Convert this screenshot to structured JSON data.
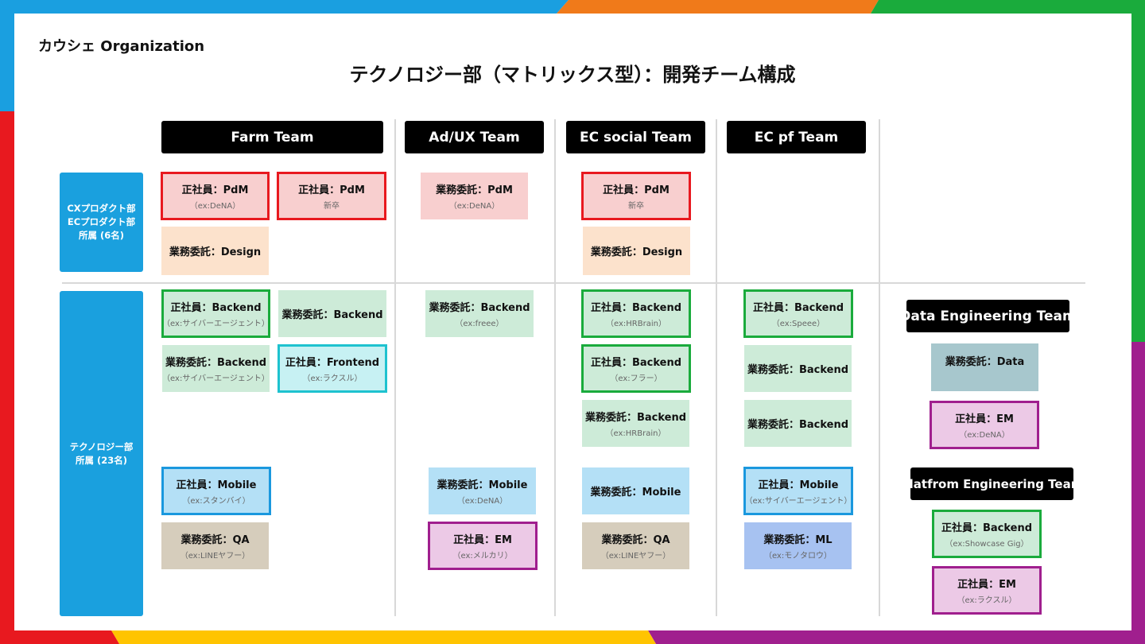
{
  "header": {
    "org_name": "カウシェ Organization",
    "title": "テクノロジー部（マトリックス型）：開発チーム構成"
  },
  "teams": [
    "Farm Team",
    "Ad/UX Team",
    "EC social Team",
    "EC pf Team"
  ],
  "departments": {
    "cx_lines": [
      "CXプロダクト部",
      "ECプロダクト部",
      "所属 (6名)"
    ],
    "tech_lines": [
      "テクノロジー部",
      "所属 (23名)"
    ]
  },
  "side_teams": [
    "Data Engineering Team",
    "Platfrom Engineering Team"
  ],
  "boxes": [
    {
      "role": "正社員：PdM",
      "sub": "（ex:DeNA）"
    },
    {
      "role": "正社員：PdM",
      "sub": "新卒"
    },
    {
      "role": "業務委託：Design",
      "sub": ""
    },
    {
      "role": "業務委託：PdM",
      "sub": "（ex:DeNA）"
    },
    {
      "role": "正社員：PdM",
      "sub": "新卒"
    },
    {
      "role": "業務委託：Design",
      "sub": ""
    },
    {
      "role": "正社員：Backend",
      "sub": "（ex:サイバーエージェント）"
    },
    {
      "role": "業務委託：Backend",
      "sub": ""
    },
    {
      "role": "業務委託：Backend",
      "sub": "（ex:サイバーエージェント）"
    },
    {
      "role": "正社員：Frontend",
      "sub": "（ex:ラクスル）"
    },
    {
      "role": "正社員：Mobile",
      "sub": "（ex:スタンバイ）"
    },
    {
      "role": "業務委託：QA",
      "sub": "（ex:LINEヤフー）"
    },
    {
      "role": "業務委託：Backend",
      "sub": "（ex:freee）"
    },
    {
      "role": "業務委託：Mobile",
      "sub": "（ex:DeNA）"
    },
    {
      "role": "正社員：EM",
      "sub": "（ex:メルカリ）"
    },
    {
      "role": "正社員：Backend",
      "sub": "（ex:HRBrain）"
    },
    {
      "role": "正社員：Backend",
      "sub": "（ex:フラー）"
    },
    {
      "role": "業務委託：Backend",
      "sub": "（ex:HRBrain）"
    },
    {
      "role": "業務委託：Mobile",
      "sub": ""
    },
    {
      "role": "業務委託：QA",
      "sub": "（ex:LINEヤフー）"
    },
    {
      "role": "正社員：Backend",
      "sub": "（ex:Speee）"
    },
    {
      "role": "業務委託：Backend",
      "sub": ""
    },
    {
      "role": "業務委託：Backend",
      "sub": ""
    },
    {
      "role": "正社員：Mobile",
      "sub": "（ex:サイバーエージェント）"
    },
    {
      "role": "業務委託：ML",
      "sub": "（ex:モノタロウ）"
    },
    {
      "role": "業務委託：Data",
      "sub": ""
    },
    {
      "role": "正社員：EM",
      "sub": "（ex:DeNA）"
    },
    {
      "role": "正社員：Backend",
      "sub": "（ex:Showcase Gig）"
    },
    {
      "role": "正社員：EM",
      "sub": "（ex:ラクスル）"
    }
  ],
  "colors": {
    "frame_top": [
      "#1a9fe0",
      "#f07a1a",
      "#1aab3c"
    ],
    "frame_right": [
      "#1aab3c",
      "#a01f8e"
    ],
    "frame_bottom": [
      "#e8191f",
      "#ffc400",
      "#a01f8e"
    ],
    "frame_left": [
      "#1a9fe0",
      "#e8191f"
    ],
    "header_bg": "#000000",
    "dept_bg": "#1aa0de"
  }
}
